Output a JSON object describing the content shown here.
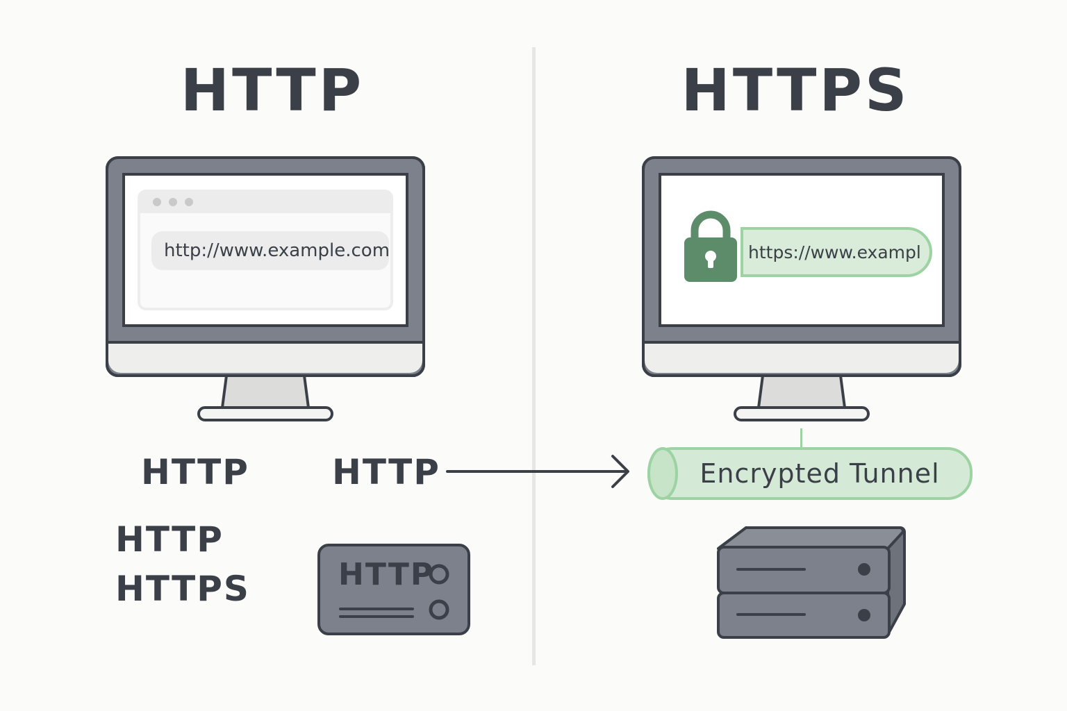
{
  "left": {
    "title": "HTTP",
    "browser": {
      "url": "http://www.example.com"
    },
    "labels": [
      "HTTP",
      "HTTP",
      "HTTP",
      "HTTPS"
    ],
    "server_label": "HTTP"
  },
  "right": {
    "title": "HTTPS",
    "browser": {
      "url": "https://www.exampl"
    },
    "tunnel_label": "Encrypted Tunnel"
  },
  "colors": {
    "ink": "#3b4048",
    "monitor_frame": "#7d818b",
    "secure_green": "#5d8c6a",
    "tunnel_fill": "#d5ead6",
    "tunnel_stroke": "#9dd3a3",
    "divider": "#e6e6e3"
  },
  "icons": [
    "monitor-icon",
    "lock-icon",
    "server-icon",
    "arrow-right-icon"
  ]
}
